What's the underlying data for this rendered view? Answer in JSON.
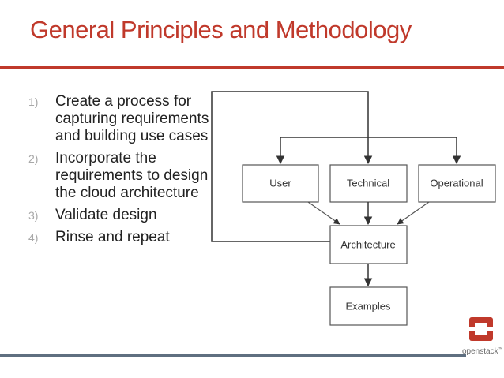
{
  "title": "General Principles and Methodology",
  "steps": [
    {
      "num": "1)",
      "text": "Create a process for capturing requirements and building use cases"
    },
    {
      "num": "2)",
      "text": "Incorporate the requirements to design the cloud architecture"
    },
    {
      "num": "3)",
      "text": "Validate design"
    },
    {
      "num": "4)",
      "text": "Rinse and repeat"
    }
  ],
  "diagram": {
    "user": "User",
    "technical": "Technical",
    "operational": "Operational",
    "architecture": "Architecture",
    "examples": "Examples"
  },
  "logo": {
    "text": "openstack",
    "tm": "™",
    "color": "#c0392b"
  }
}
